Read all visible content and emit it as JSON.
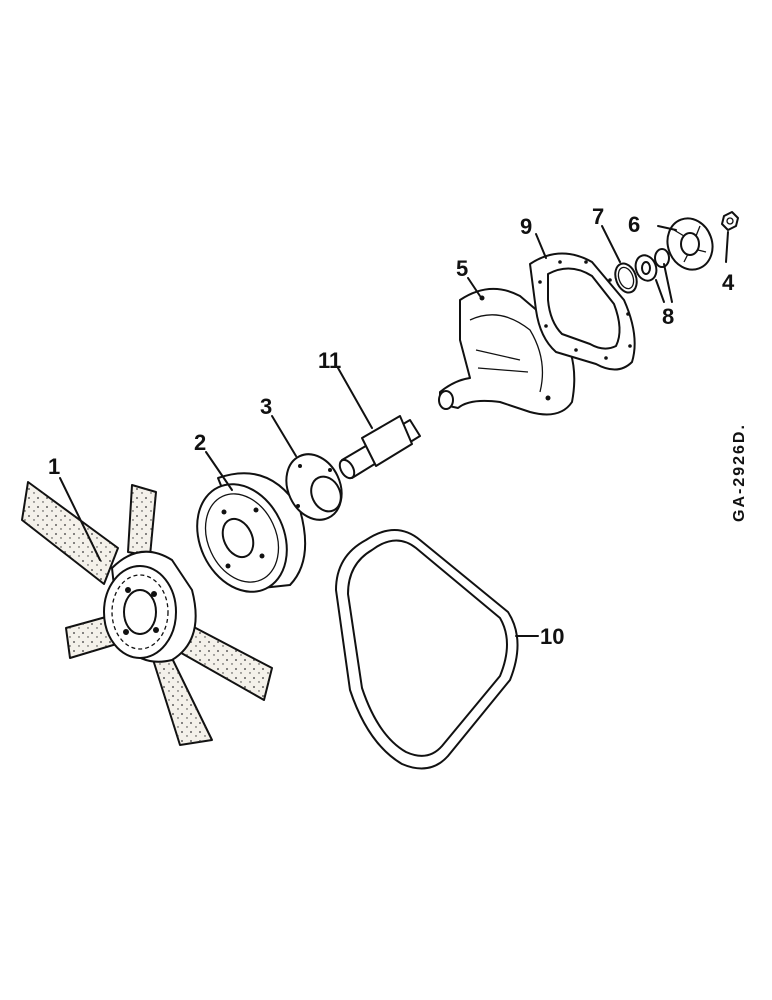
{
  "drawing_code": "GA-2926D.",
  "callouts": {
    "p1": "1",
    "p2": "2",
    "p3": "3",
    "p4": "4",
    "p5": "5",
    "p6": "6",
    "p7": "7",
    "p8": "8",
    "p9": "9",
    "p10": "10",
    "p11": "11"
  }
}
